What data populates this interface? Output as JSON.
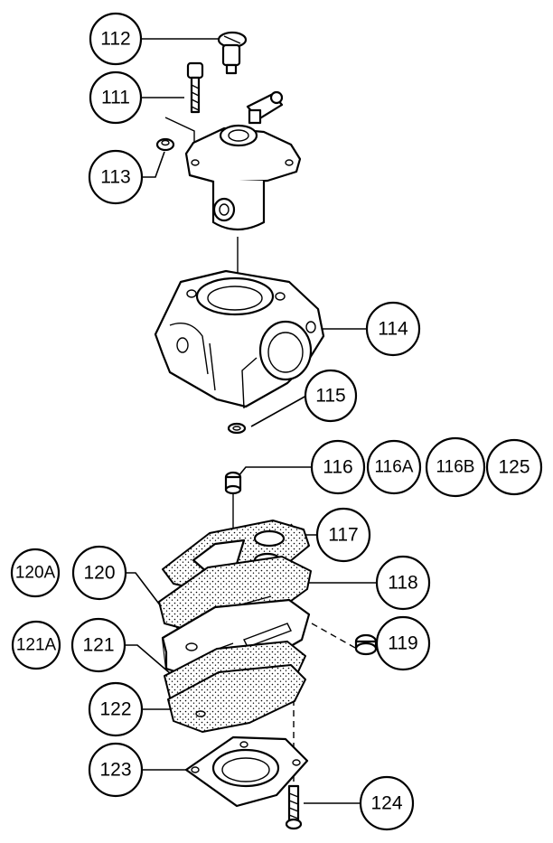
{
  "colors": {
    "ink": "#000000",
    "paper": "#ffffff"
  },
  "callouts": [
    {
      "id": "c112",
      "label": "112"
    },
    {
      "id": "c111",
      "label": "111"
    },
    {
      "id": "c113",
      "label": "113"
    },
    {
      "id": "c114",
      "label": "114"
    },
    {
      "id": "c115",
      "label": "115"
    },
    {
      "id": "c116",
      "label": "116"
    },
    {
      "id": "c116A",
      "label": "116A"
    },
    {
      "id": "c116B",
      "label": "116B"
    },
    {
      "id": "c125",
      "label": "125"
    },
    {
      "id": "c117",
      "label": "117"
    },
    {
      "id": "c120A",
      "label": "120A"
    },
    {
      "id": "c120",
      "label": "120"
    },
    {
      "id": "c118",
      "label": "118"
    },
    {
      "id": "c119",
      "label": "119"
    },
    {
      "id": "c121A",
      "label": "121A"
    },
    {
      "id": "c121",
      "label": "121"
    },
    {
      "id": "c122",
      "label": "122"
    },
    {
      "id": "c123",
      "label": "123"
    },
    {
      "id": "c124",
      "label": "124"
    }
  ]
}
